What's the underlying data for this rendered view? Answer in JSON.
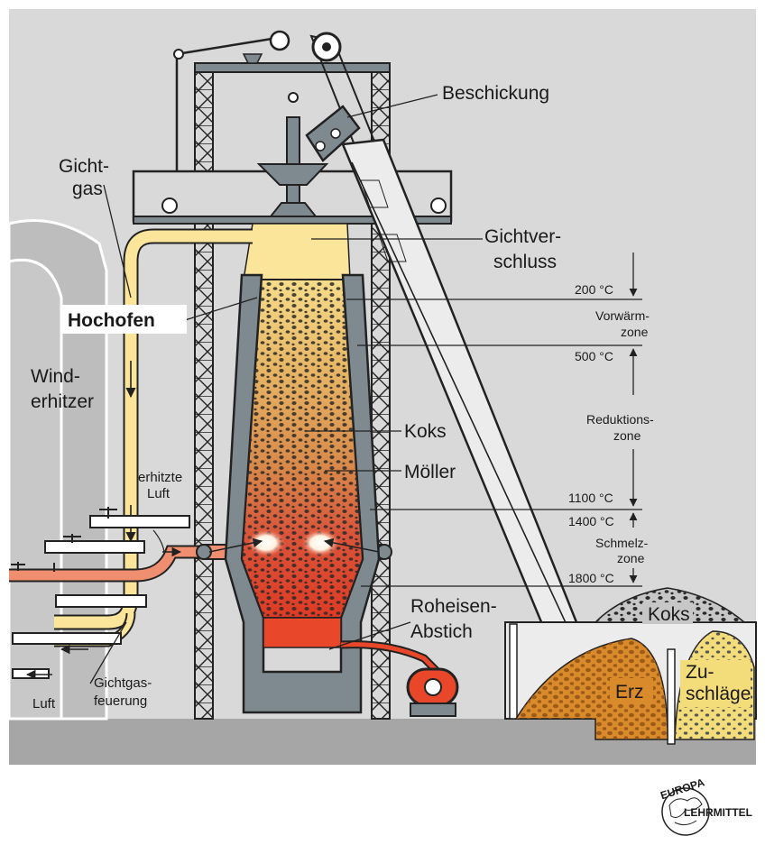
{
  "labels": {
    "beschickung": "Beschickung",
    "gichtgas_1": "Gicht-",
    "gichtgas_2": "gas",
    "gichtverschluss_1": "Gichtver-",
    "gichtverschluss_2": "schluss",
    "hochofen": "Hochofen",
    "winderhitzer_1": "Wind-",
    "winderhitzer_2": "erhitzer",
    "erhitzte_luft_1": "erhitzte",
    "erhitzte_luft_2": "Luft",
    "koks": "Koks",
    "moeller": "Möller",
    "roheisen_1": "Roheisen-",
    "roheisen_2": "Abstich",
    "gichtgasfeuerung_1": "Gichtgas-",
    "gichtgasfeuerung_2": "feuerung",
    "luft": "Luft",
    "koks_pile": "Koks",
    "erz": "Erz",
    "zuschlaege_1": "Zu-",
    "zuschlaege_2": "schläge"
  },
  "zones": {
    "t200": "200 °C",
    "vorwaerm_1": "Vorwärm-",
    "vorwaerm_2": "zone",
    "t500": "500 °C",
    "reduktion_1": "Reduktions-",
    "reduktion_2": "zone",
    "t1100": "1100 °C",
    "t1400": "1400 °C",
    "schmelz_1": "Schmelz-",
    "schmelz_2": "zone",
    "t1800": "1800 °C"
  },
  "logo": {
    "top": "EUROPA",
    "bottom": "LEHRMITTEL"
  },
  "colors": {
    "background": "#d9d9d9",
    "ground": "#a6a6a6",
    "steel": "#7f8a90",
    "gas_duct": "#fbe59a",
    "hot_air_duct": "#ef8f70",
    "molten_iron": "#e8472a",
    "ore": "#d98a2b",
    "flux": "#f3dc7a",
    "coke": "#2a2a2a"
  }
}
